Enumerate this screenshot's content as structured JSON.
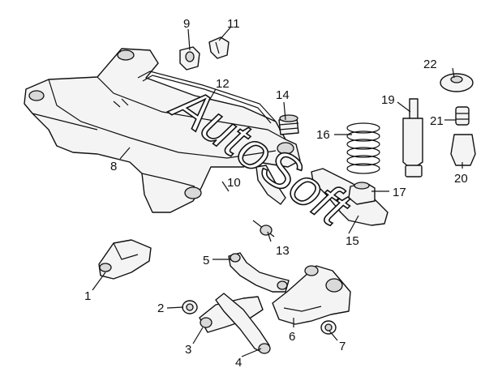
{
  "diagram": {
    "watermark": "AutoSoft",
    "callouts": [
      "1",
      "2",
      "3",
      "4",
      "5",
      "6",
      "7",
      "8",
      "9",
      "10",
      "11",
      "12",
      "13",
      "14",
      "15",
      "16",
      "17",
      "19",
      "20",
      "21",
      "22"
    ]
  }
}
